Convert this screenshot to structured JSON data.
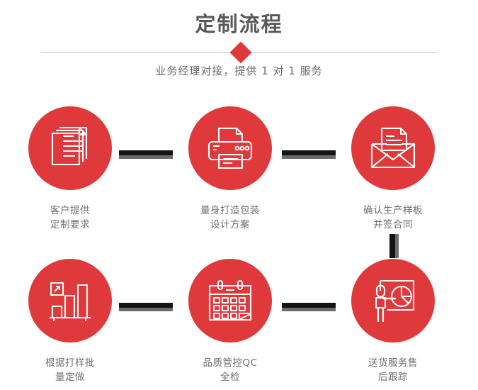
{
  "header": {
    "title": "定制流程",
    "subtitle": "业务经理对接，提供 1 对 1 服务",
    "divider_icon": "diamond-marker"
  },
  "colors": {
    "accent_red": "#e0393b",
    "title_gray": "#585858",
    "label_gray": "#6f6f6f",
    "connector_dark": "#141414",
    "connector_shadow": "#6b6b6b",
    "divider_line": "#c9c9c9",
    "background": "#ffffff"
  },
  "flow": {
    "steps": [
      {
        "index": "1",
        "icon": "documents-stack-icon",
        "label": "客户提供\n定制要求"
      },
      {
        "index": "2",
        "icon": "printer-icon",
        "label": "量身打造包装\n设计方案"
      },
      {
        "index": "3",
        "icon": "envelope-document-icon",
        "label": "确认生产样板\n并签合同"
      },
      {
        "index": "4",
        "icon": "bar-chart-growth-icon",
        "label": "根据打样批\n量定做"
      },
      {
        "index": "5",
        "icon": "calendar-icon",
        "label": "品质管控QC\n全检"
      },
      {
        "index": "6",
        "icon": "presenter-pie-chart-icon",
        "label": "送货服务售\n后跟踪"
      }
    ],
    "connectors": [
      {
        "name": "connector-step1-step2",
        "orientation": "horizontal"
      },
      {
        "name": "connector-step2-step3",
        "orientation": "horizontal"
      },
      {
        "name": "connector-step3-step6",
        "orientation": "vertical"
      },
      {
        "name": "connector-step4-step5",
        "orientation": "horizontal"
      },
      {
        "name": "connector-step5-step6",
        "orientation": "horizontal"
      }
    ]
  }
}
